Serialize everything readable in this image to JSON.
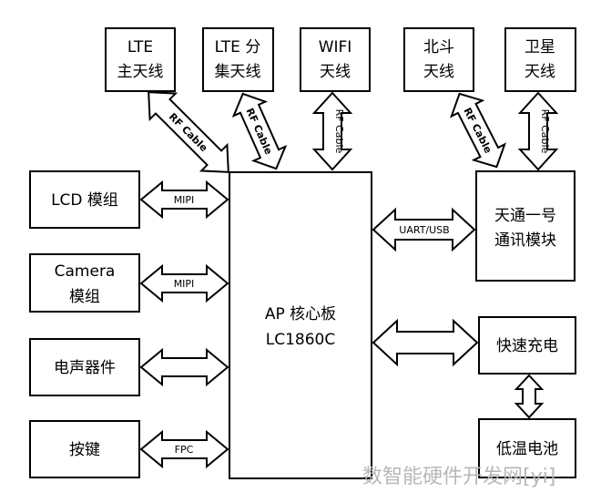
{
  "antennas": {
    "lte_main": [
      "LTE",
      "主天线"
    ],
    "lte_div": [
      "LTE 分",
      "集天线"
    ],
    "wifi": [
      "WIFI",
      "天线"
    ],
    "beidou": [
      "北斗",
      "天线"
    ],
    "sat": [
      "卫星",
      "天线"
    ]
  },
  "left": {
    "lcd": "LCD 模组",
    "camera": [
      "Camera",
      "模组"
    ],
    "audio": "电声器件",
    "keys": "按键"
  },
  "center": [
    "AP 核心板",
    "LC1860C"
  ],
  "right": {
    "tiantong": [
      "天通一号",
      "通讯模块"
    ],
    "charge": "快速充电",
    "battery": "低温电池"
  },
  "links": {
    "mipi_lcd": "MIPI",
    "mipi_cam": "MIPI",
    "fpc": "FPC",
    "uart": "UART/USB",
    "rf1": "RF Cable",
    "rf2": "RF Cable",
    "rf3": "RF Cable",
    "rf4": "RF Cable",
    "rf5": "RF Cable"
  },
  "watermark": "数智能硬件开发网[yi]"
}
